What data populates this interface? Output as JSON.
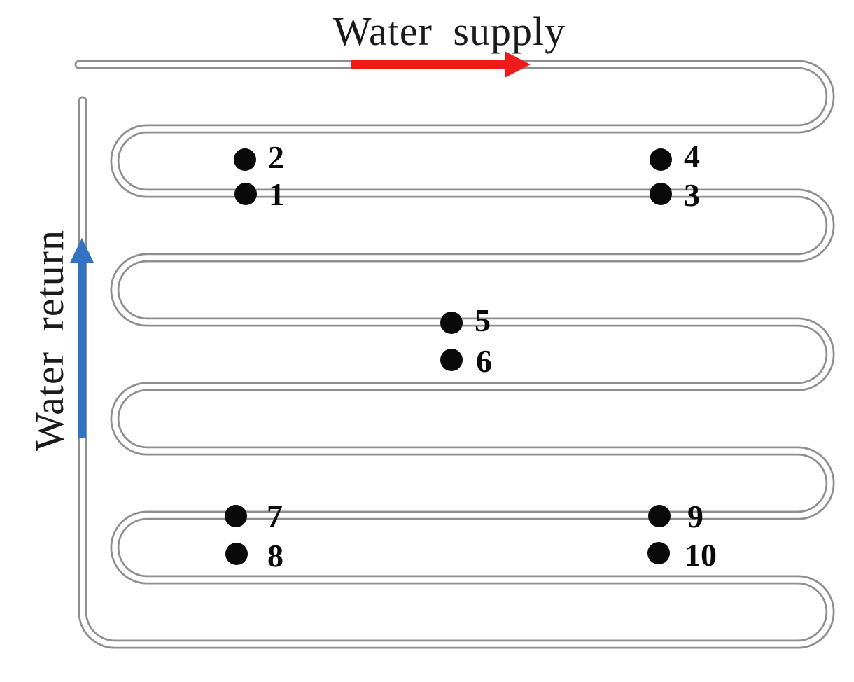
{
  "diagram": {
    "supply_label": "Water supply",
    "return_label": "Water return",
    "colors": {
      "pipe": "#8f8f8f",
      "supply_arrow": "#ee1b1b",
      "return_arrow": "#3273c4",
      "sensor_dot": "#0a0a0a"
    },
    "sensors": [
      {
        "label": "1"
      },
      {
        "label": "2"
      },
      {
        "label": "3"
      },
      {
        "label": "4"
      },
      {
        "label": "5"
      },
      {
        "label": "6"
      },
      {
        "label": "7"
      },
      {
        "label": "8"
      },
      {
        "label": "9"
      },
      {
        "label": "10"
      }
    ]
  }
}
